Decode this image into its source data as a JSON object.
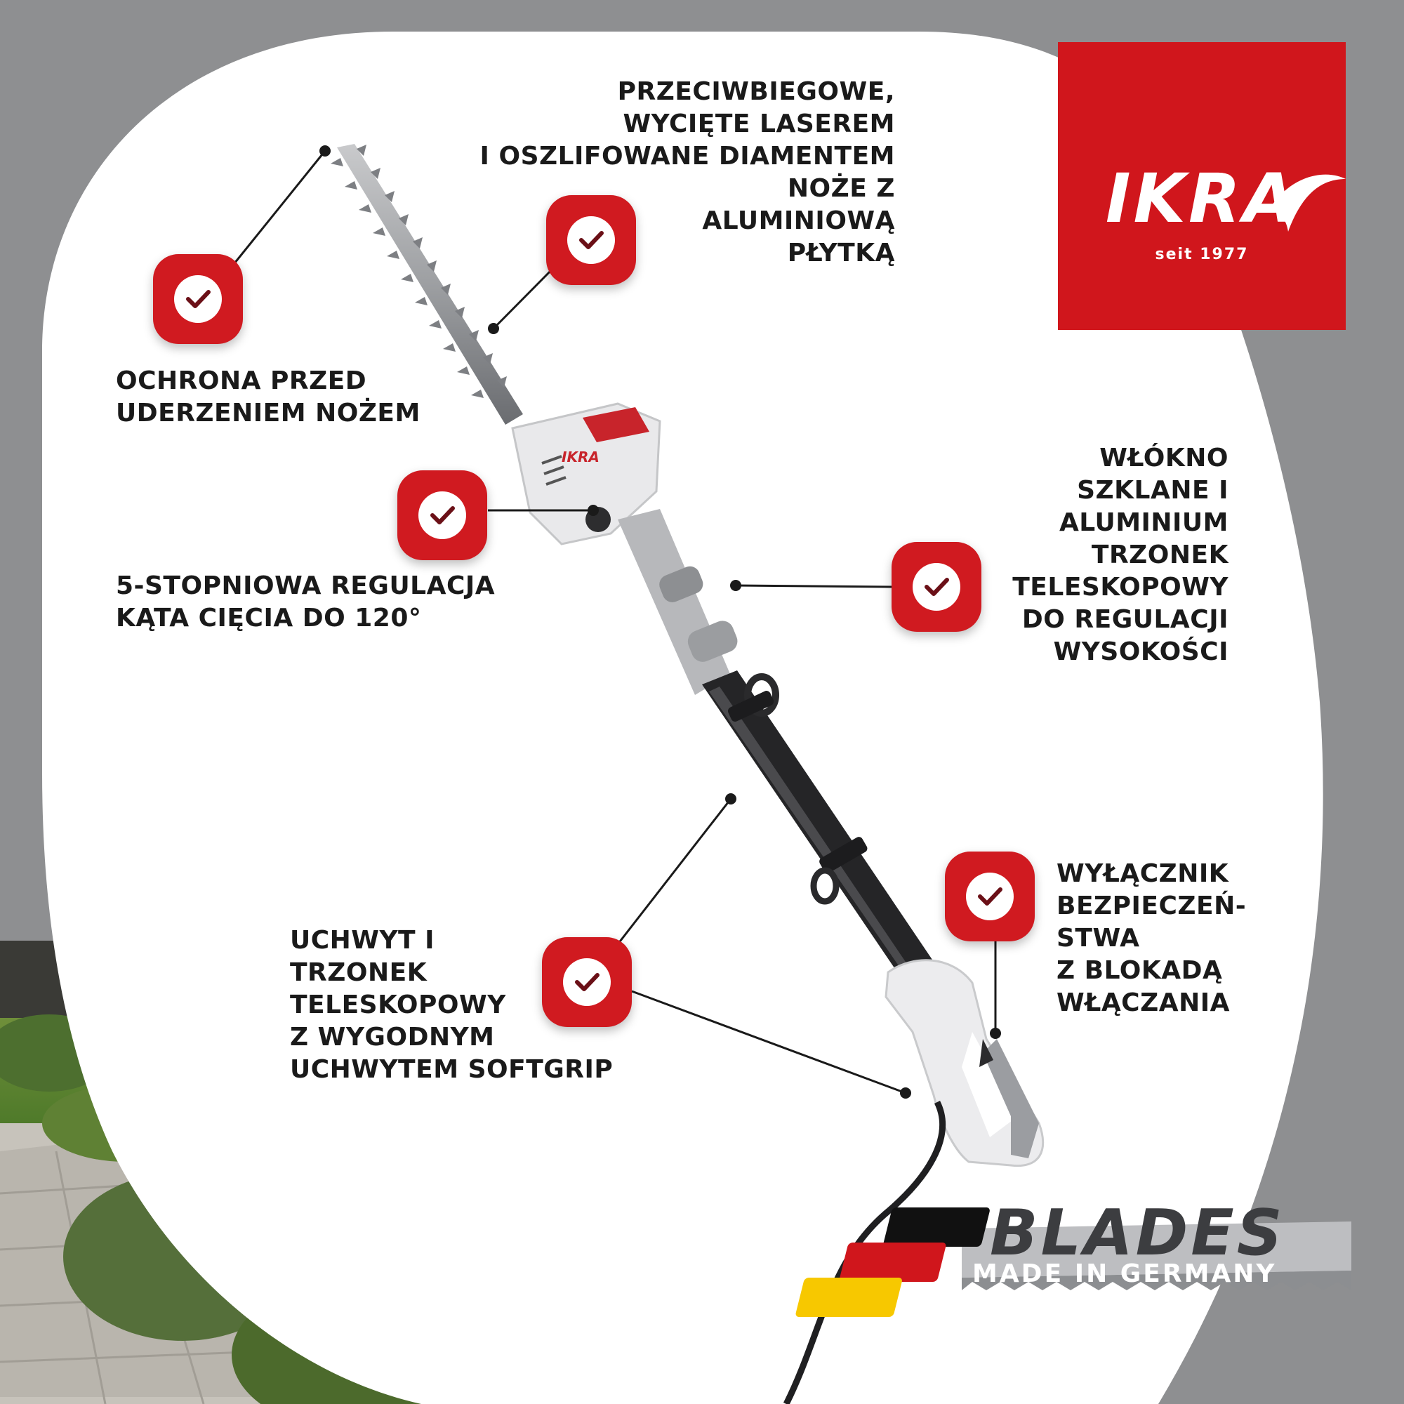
{
  "brand": {
    "name": "IKRA",
    "since": "seit 1977",
    "colors": {
      "red": "#d0161c",
      "grey": "#8e8f91",
      "white": "#ffffff"
    }
  },
  "features": [
    {
      "id": "blades",
      "lines": [
        "PRZECIWBIEGOWE,",
        "WYCIĘTE LASEREM",
        "I OSZLIFOWANE DIAMENTEM",
        "NOŻE Z",
        "ALUMINIOWĄ",
        "PŁYTKĄ"
      ],
      "icon": "check-icon"
    },
    {
      "id": "protection",
      "lines": [
        "OCHRONA PRZED",
        "UDERZENIEM NOŻEM"
      ],
      "icon": "check-icon"
    },
    {
      "id": "angle",
      "lines": [
        "5-STOPNIOWA REGULACJA",
        "KĄTA CIĘCIA DO 120°"
      ],
      "icon": "check-icon"
    },
    {
      "id": "shaft",
      "lines": [
        "WŁÓKNO",
        "SZKLANE I",
        "ALUMINIUM",
        "TRZONEK",
        "TELESKOPOWY",
        "DO REGULACJI",
        "WYSOKOŚCI"
      ],
      "icon": "check-icon"
    },
    {
      "id": "switch",
      "lines": [
        "WYŁĄCZNIK",
        "BEZPIECZEŃ-",
        "STWA",
        "Z BLOKADĄ",
        "WŁĄCZANIA"
      ],
      "icon": "check-icon"
    },
    {
      "id": "grip",
      "lines": [
        "UCHWYT I",
        "TRZONEK",
        "TELESKOPOWY",
        "Z WYGODNYM",
        "UCHWYTEM SOFTGRIP"
      ],
      "icon": "check-icon"
    }
  ],
  "badge_product": {
    "title": "BLADES",
    "subtitle": "MADE IN GERMANY",
    "flag": "germany-flag-icon"
  }
}
